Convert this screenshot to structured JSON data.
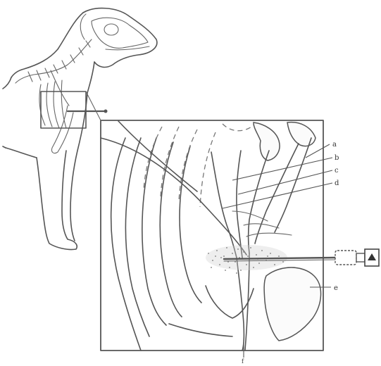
{
  "diagram": {
    "labels": {
      "a": "a",
      "b": "b",
      "c": "c",
      "d": "d",
      "e": "e",
      "f": "f"
    }
  }
}
